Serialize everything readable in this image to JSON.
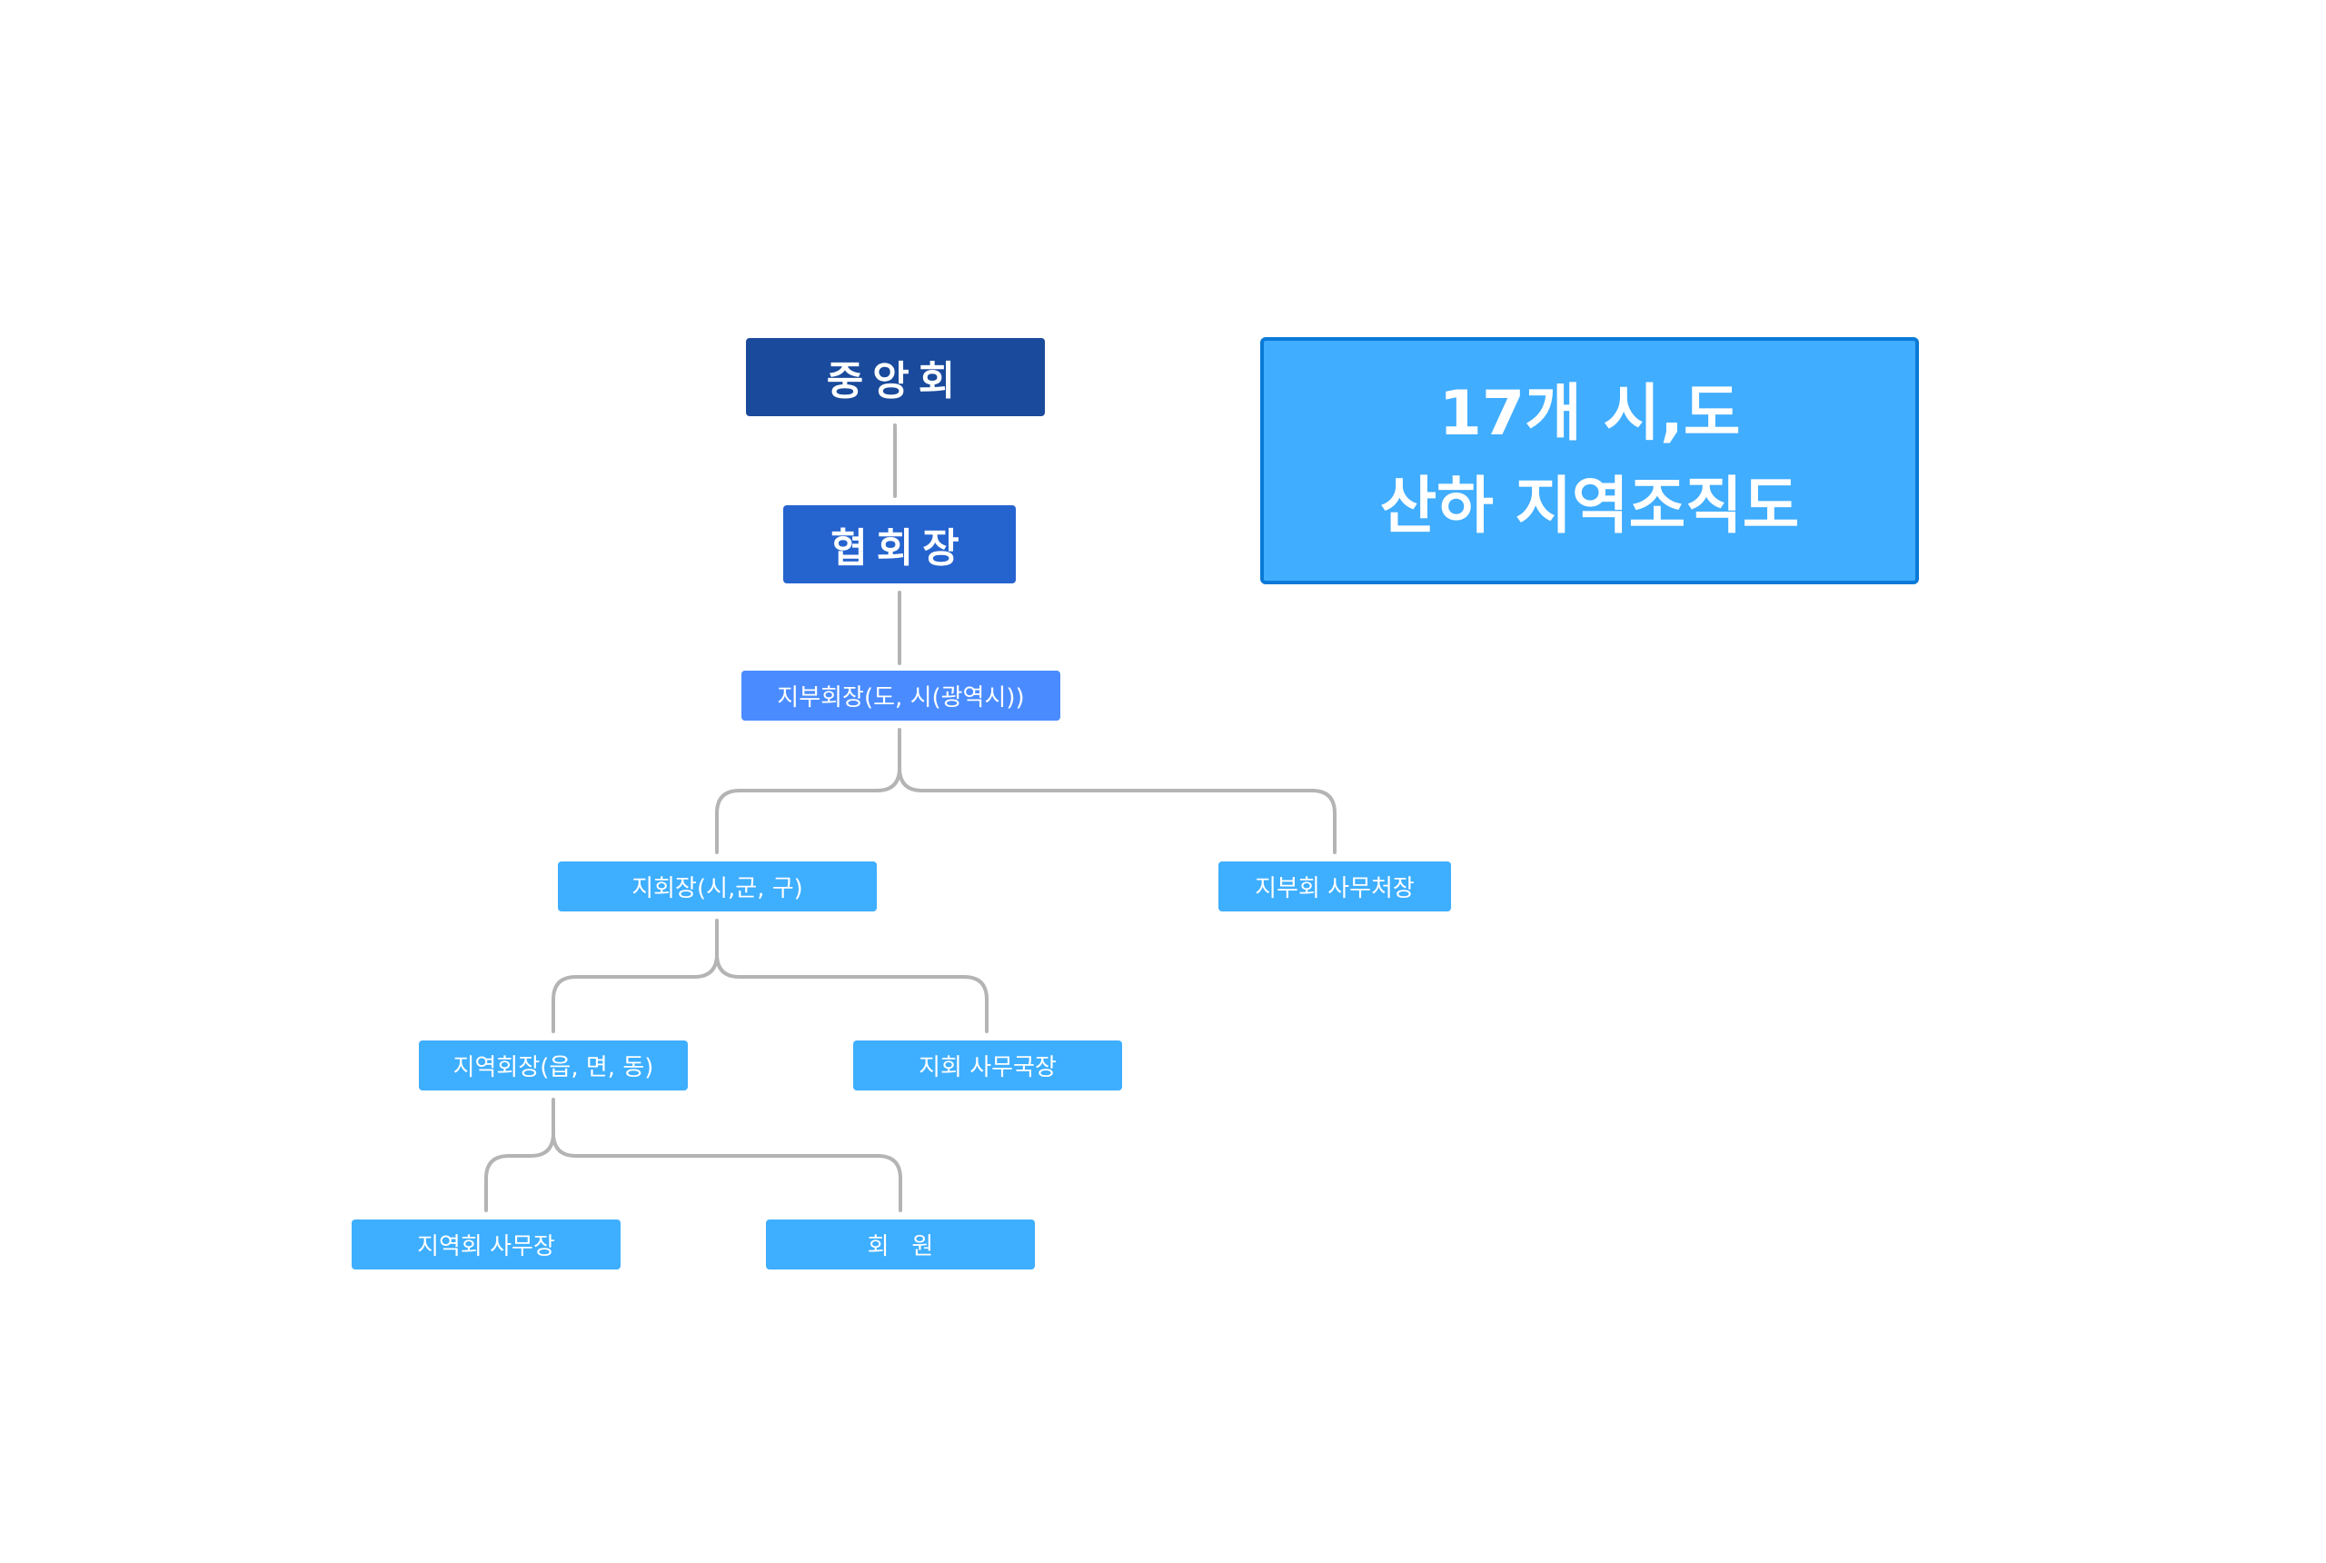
{
  "colors": {
    "level0": "#1a4a9c",
    "level1": "#2563cf",
    "level2": "#4a8cff",
    "level3": "#3eaeff",
    "connector": "#b4b4b4"
  },
  "title": {
    "line1": "17개 시,도",
    "line2": "산하 지역조직도"
  },
  "nodes": {
    "central": "중앙회",
    "president": "협회장",
    "branch_head": "지부회장(도, 시(광역시))",
    "chapter_head": "지회장(시,군, 구)",
    "branch_secretary": "지부회 사무처장",
    "regional_head": "지역회장(읍, 면, 동)",
    "chapter_secretary": "지회 사무국장",
    "regional_secretary": "지역회 사무장",
    "member": "회   원"
  }
}
